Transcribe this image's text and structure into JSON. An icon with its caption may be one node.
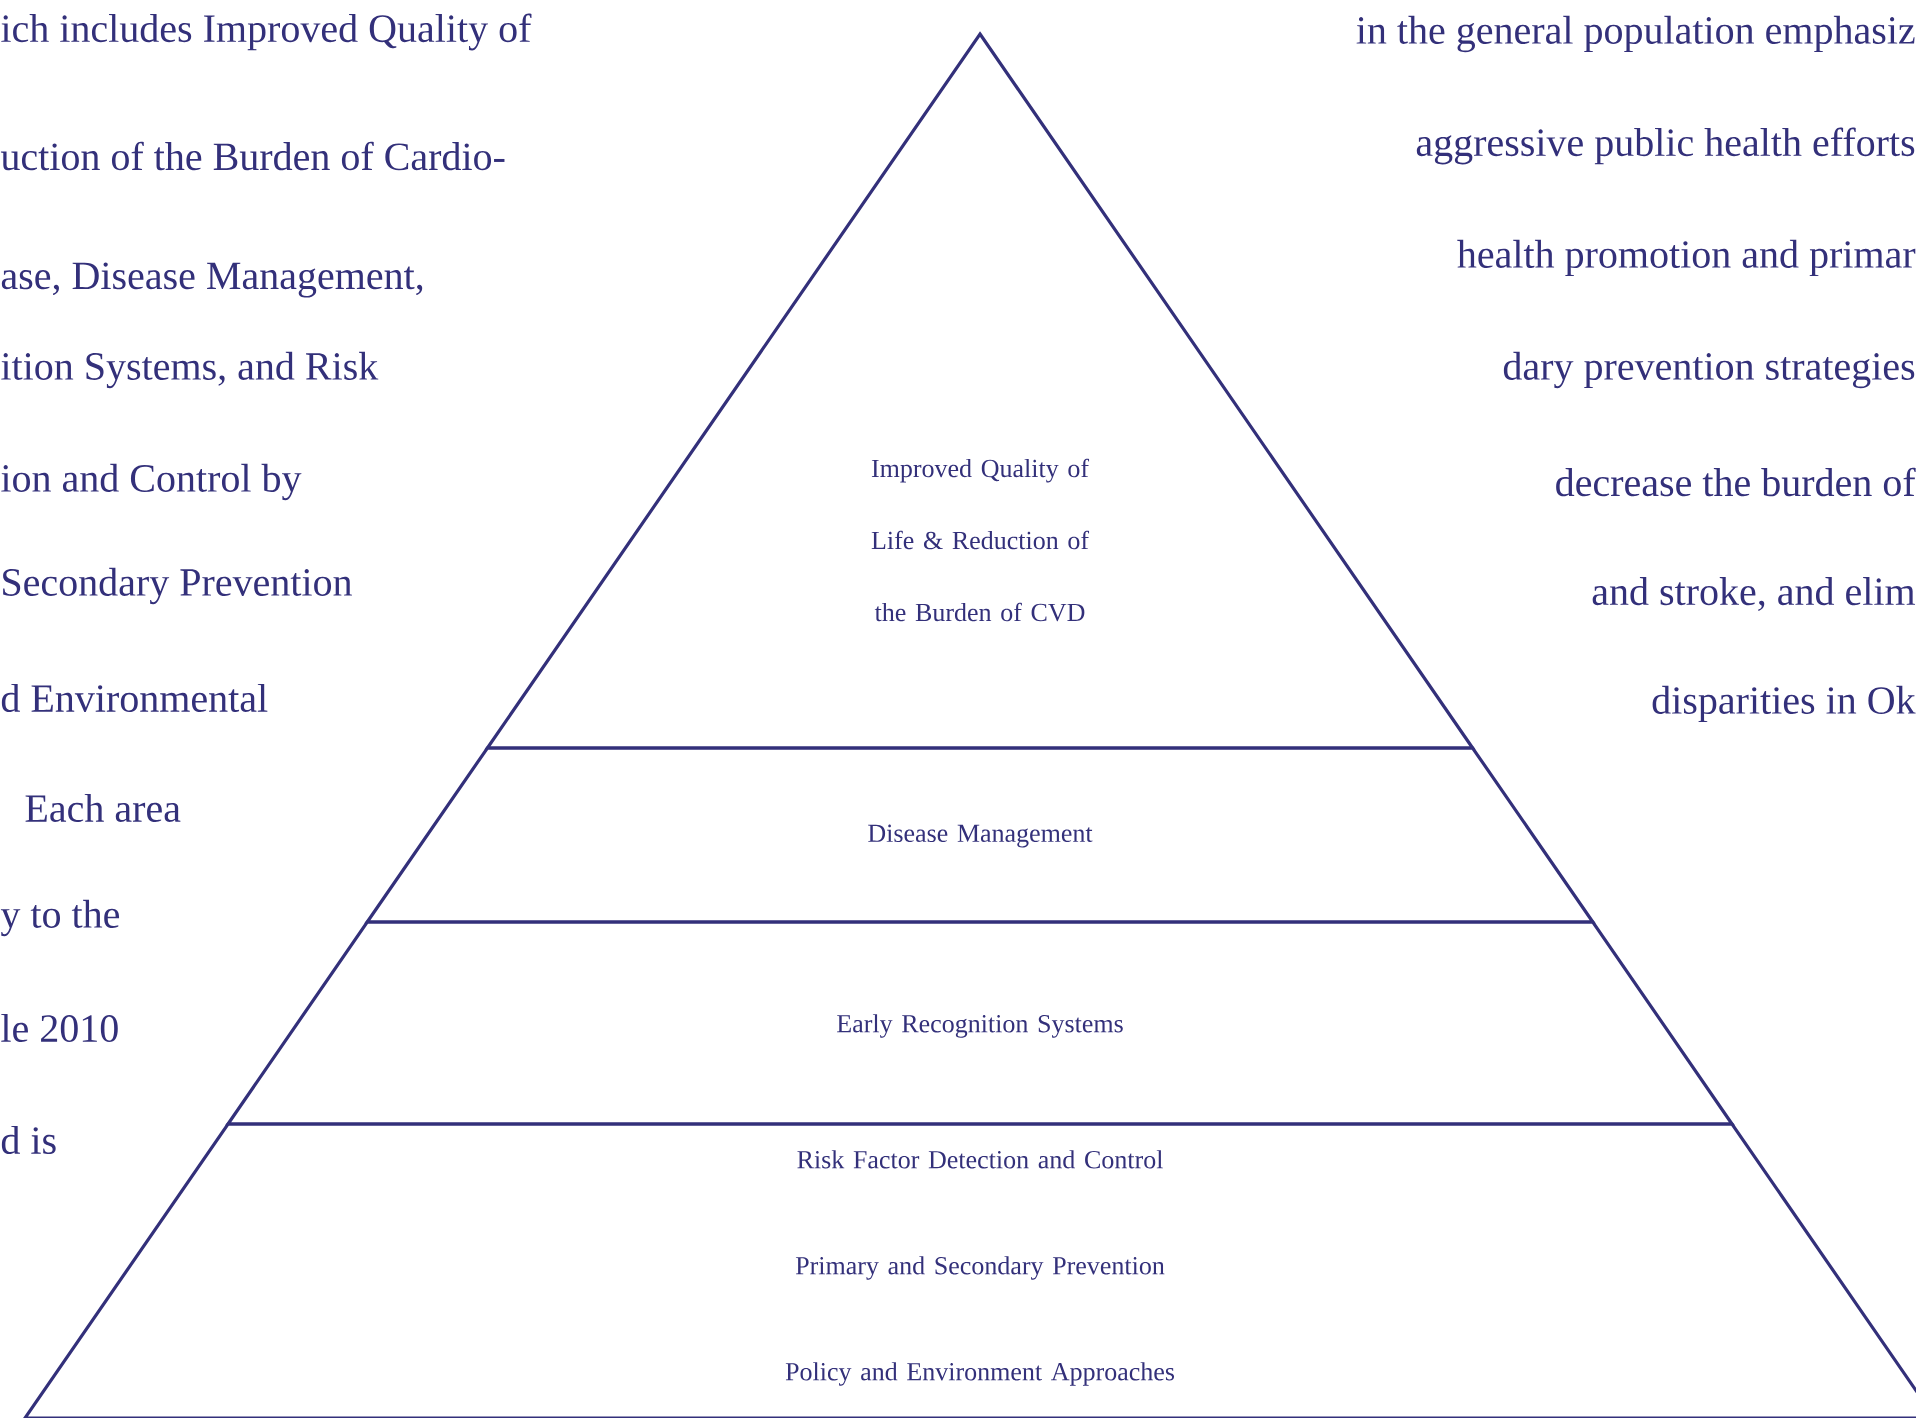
{
  "diagram": {
    "nodes": [
      {
        "text": [
          "Improved Quality of Life & Reduction of the Burden of CVD"
        ]
      },
      {
        "text": [
          "Disease Management"
        ]
      },
      {
        "text": [
          "Early Recognition Systems"
        ]
      },
      {
        "text": [
          "Risk Factor Detection and Control",
          "Primary and Secondary Prevention",
          "Policy and Environment Approaches"
        ]
      }
    ],
    "labels": [
      "ich includes Improved Quality of",
      "uction of the Burden of Cardio-",
      "ase, Disease Management,",
      "ition Systems, and Risk",
      "ion and Control by",
      "Secondary Prevention",
      "d Environmental",
      "Each area",
      "y to the",
      "le 2010",
      "d is",
      "in the general population emphasiz",
      "aggressive public health efforts",
      "health promotion and primar",
      "dary prevention strategies",
      "decrease the burden of",
      "and stroke, and elim",
      "disparities in Ok"
    ]
  }
}
